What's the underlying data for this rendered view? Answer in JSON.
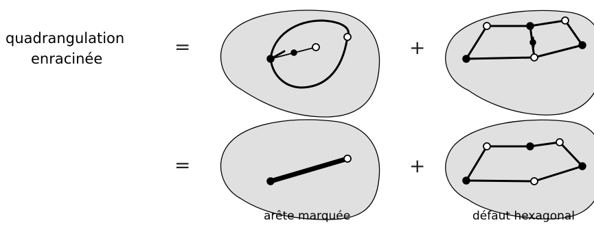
{
  "left_label": {
    "line1": "quadrangulation",
    "line2": "enracinée"
  },
  "rows": [
    {
      "equals": "=",
      "plus": "+"
    },
    {
      "equals": "=",
      "plus": "+"
    }
  ],
  "captions": {
    "marked_edge": "arête marquée",
    "hexagonal_defect": "défaut hexagonal"
  }
}
